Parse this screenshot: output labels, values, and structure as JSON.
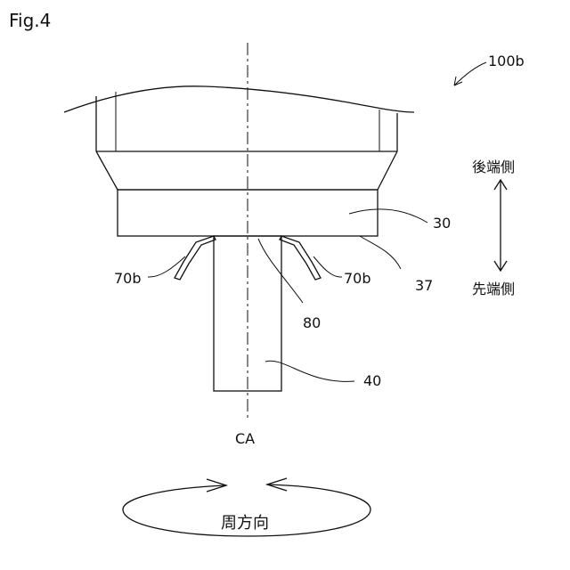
{
  "figure_label": "Fig.4",
  "reference": "100b",
  "labels": {
    "part_30": "30",
    "part_37": "37",
    "part_40": "40",
    "part_70b_left": "70b",
    "part_70b_right": "70b",
    "part_80": "80",
    "axis": "CA"
  },
  "direction": {
    "rear_side": "後端側",
    "front_side": "先端側"
  },
  "circumferential": "周方向",
  "colors": {
    "line": "#111111",
    "background": "#ffffff"
  }
}
